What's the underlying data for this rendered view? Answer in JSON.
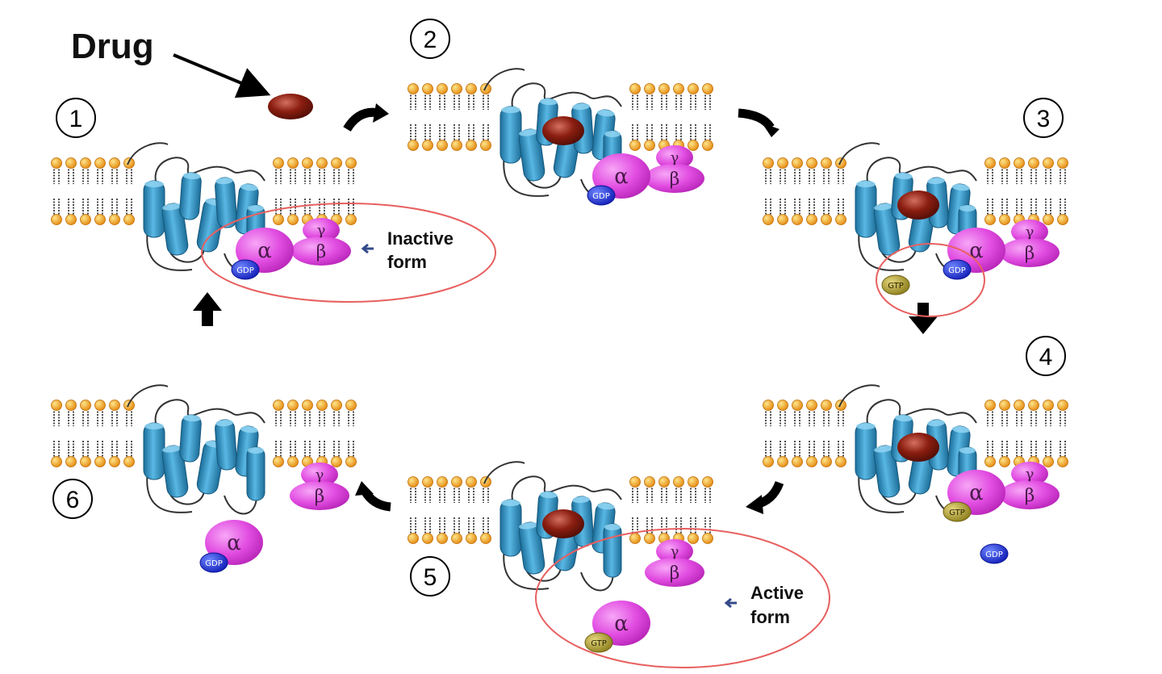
{
  "diagram": {
    "drug_label": "Drug",
    "steps": [
      {
        "number": "1"
      },
      {
        "number": "2"
      },
      {
        "number": "3"
      },
      {
        "number": "4"
      },
      {
        "number": "5"
      },
      {
        "number": "6"
      }
    ],
    "inactive_label": [
      "Inactive",
      "form"
    ],
    "active_label": [
      "Active",
      "form"
    ],
    "subunit_labels": {
      "alpha": "α",
      "beta": "β",
      "gamma": "γ"
    },
    "nucleotides": {
      "gdp": "GDP",
      "gtp": "GTP"
    },
    "colors": {
      "helix": "#2f9ac9",
      "gprotein": "#e04be0",
      "lipid_head": "#f0a020",
      "drug": "#8a1e10",
      "gdp": "#1a2fe8",
      "gtp": "#b5a436",
      "highlight_ring": "#e86060",
      "arrow": "#000000"
    },
    "icons": [
      "drug-ligand-icon",
      "cycle-arrow-icon",
      "lipid-bilayer-icon",
      "gpcr-receptor-icon"
    ]
  }
}
